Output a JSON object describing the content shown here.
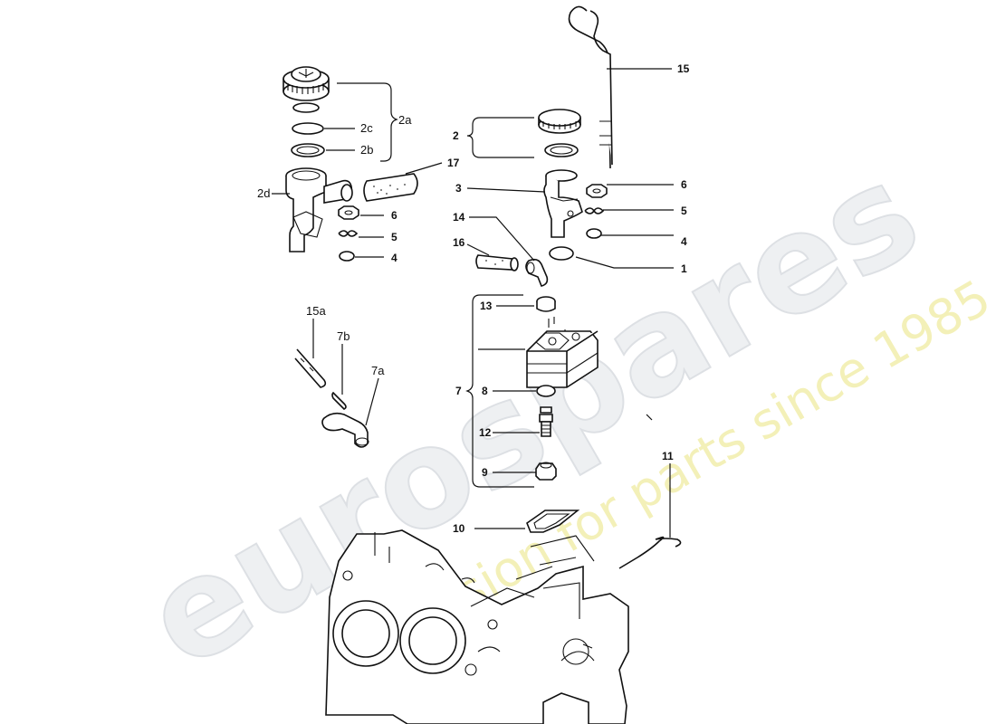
{
  "watermark": {
    "brand": "eurospares",
    "tagline": "a passion for parts since 1985"
  },
  "callouts": {
    "c15": "15",
    "c2a": "2a",
    "c2c": "2c",
    "c2b": "2b",
    "c17": "17",
    "c2d": "2d",
    "c6L": "6",
    "c5L": "5",
    "c4L": "4",
    "c2": "2",
    "c3": "3",
    "c6R": "6",
    "c5R": "5",
    "c4R": "4",
    "c14": "14",
    "c16": "16",
    "c1": "1",
    "c13": "13",
    "c15a": "15a",
    "c7b": "7b",
    "c7a": "7a",
    "c7": "7",
    "c8": "8",
    "c12": "12",
    "c9": "9",
    "c11": "11",
    "c10": "10"
  }
}
